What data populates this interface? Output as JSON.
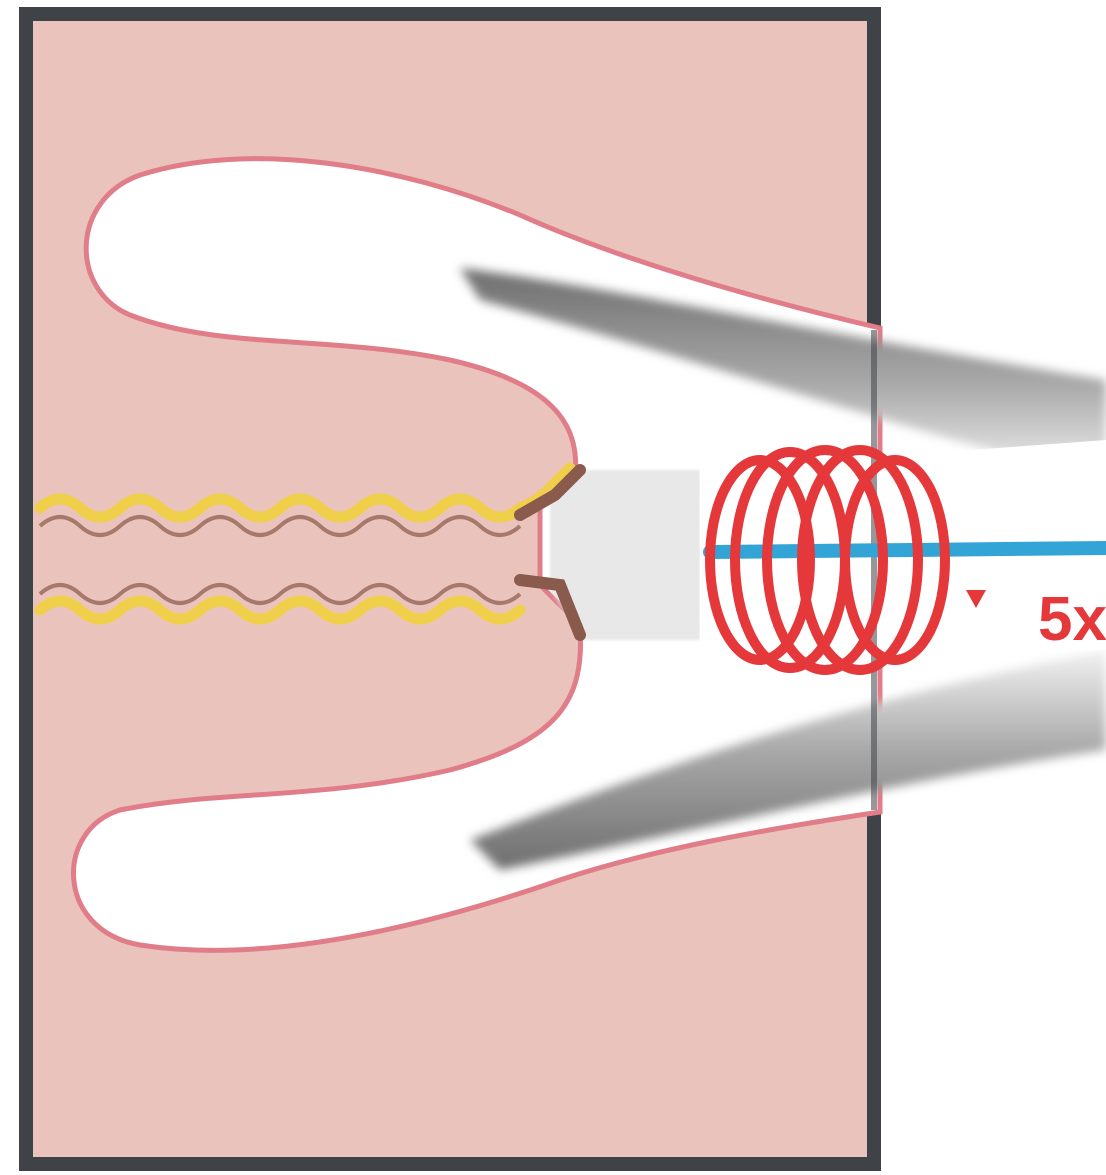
{
  "diagram": {
    "label": "5x",
    "colors": {
      "background": "#ffffff",
      "tissue": "#eac4bc",
      "frame": "#3f4347",
      "lumen_outline": "#e07d88",
      "lumen_fill": "#ffffff",
      "layer_yellow": "#f0cf4b",
      "layer_brown": "#8a5a4c",
      "instrument_shadow": "#8c8c8c",
      "coil": "#e5383b",
      "guidewire": "#33a4d6",
      "label": "#e5383b"
    },
    "elements": {
      "tissue_block": "tissue-block",
      "lumen": "lumen-cavity",
      "wall_layer_upper": "wall-layer-upper",
      "wall_layer_lower": "wall-layer-lower",
      "instrument": "instrument-sheath",
      "coil": "coil-spiral",
      "guidewire": "guidewire",
      "marker": "marker-icon"
    }
  }
}
